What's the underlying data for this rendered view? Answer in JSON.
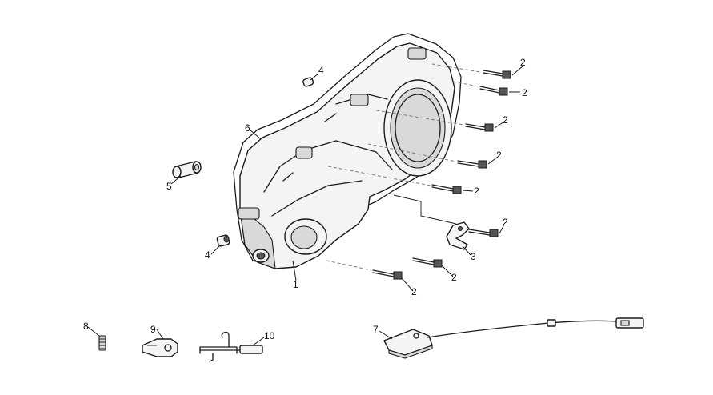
{
  "callouts": {
    "c1": "1",
    "c2a": "2",
    "c2b": "2",
    "c2c": "2",
    "c2d": "2",
    "c2e": "2",
    "c2f": "2",
    "c2g": "2",
    "c2h": "2",
    "c3": "3",
    "c4a": "4",
    "c4b": "4",
    "c5": "5",
    "c6": "6",
    "c7": "7",
    "c8": "8",
    "c9": "9",
    "c10": "10"
  },
  "colors": {
    "line": "#1a1a1a",
    "fill": "#f4f4f4",
    "shade": "#d9d9d9",
    "background": "#ffffff"
  }
}
